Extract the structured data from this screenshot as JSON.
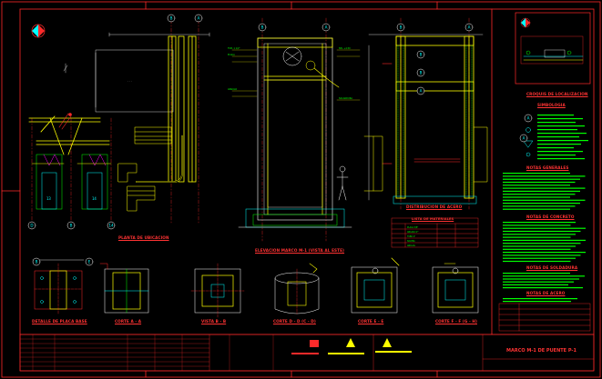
{
  "drawing": {
    "views": {
      "planta": "PLANTA DE UBICACION",
      "elevacion": "ELEVACION MARCO M-1 (VISTA AL ESTE)",
      "distribucion": "DISTRIBUCION DE ACERO",
      "detalle_placa": "DETALLE DE PLACA BASE",
      "corte_a": "CORTE A - A",
      "vista_b": "VISTA B - B",
      "corte_d": "CORTE D - D (C - D)",
      "corte_e": "CORTE E - E",
      "corte_f": "CORTE F - F (G - H)",
      "croquis": "CROQUIS DE LOCALIZACION",
      "simbologia": "SIMBOLOGIA"
    },
    "notes": {
      "generales": "NOTAS GENERALES",
      "concreto": "NOTAS DE CONCRETO",
      "soldadura": "NOTAS DE SOLDADURA",
      "acero": "NOTAS DE ACERO",
      "lista": "LISTA DE MATERIALES"
    },
    "grid_markers": [
      "B",
      "A",
      "B",
      "A",
      "B",
      "A",
      "D",
      "B",
      "14",
      "B",
      "B",
      "A",
      "B",
      "E",
      "A",
      "A"
    ],
    "title_block": {
      "title": "MARCO M-1 DE PUENTE P-1"
    },
    "colors": {
      "background": "#000000",
      "border": "#ff2a2a",
      "yellow": "#ffff00",
      "cyan": "#00ffff",
      "green": "#00ff00",
      "white": "#ffffff",
      "magenta": "#ff00ff"
    }
  }
}
